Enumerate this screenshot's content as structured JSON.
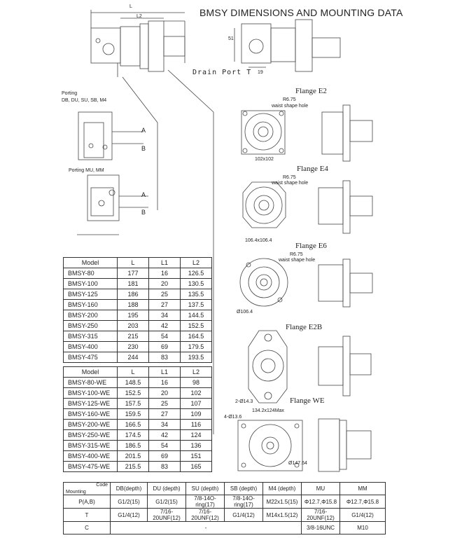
{
  "title": "BMSY DIMENSIONS AND MOUNTING DATA",
  "drain_port": "Drain Port T",
  "porting_1": "Porting",
  "porting_1_codes": "DB, DU, SU, SB, M4",
  "porting_2": "Porting MU, MM",
  "port_a": "A",
  "port_b": "B",
  "flanges": {
    "e2": "Flange E2",
    "e4": "Flange E4",
    "e6": "Flange E6",
    "e2b": "Flange E2B",
    "we": "Flange WE"
  },
  "drawing_labels": {
    "top_L": "L",
    "top_L2": "L2",
    "top_51": "51",
    "top_19": "19",
    "e2_r": "R6.75",
    "e2_waist": "waist shape hole",
    "e2_w": "102x102",
    "e4_r": "R6.75",
    "e4_waist": "waist shape hole",
    "e4_w": "106.4x106.4",
    "e6_r": "R6.75",
    "e6_waist": "waist shape hole",
    "e6_d": "Ø106.4",
    "e2b_dim": "2-Ø14.3",
    "we_dim": "134.2x124Max",
    "we_holes": "4-Ø13.6",
    "we_d": "Ø147.64"
  },
  "table1": {
    "headers": [
      "Model",
      "L",
      "L1",
      "L2"
    ],
    "rows": [
      [
        "BMSY-80",
        "177",
        "16",
        "126.5"
      ],
      [
        "BMSY-100",
        "181",
        "20",
        "130.5"
      ],
      [
        "BMSY-125",
        "186",
        "25",
        "135.5"
      ],
      [
        "BMSY-160",
        "188",
        "27",
        "137.5"
      ],
      [
        "BMSY-200",
        "195",
        "34",
        "144.5"
      ],
      [
        "BMSY-250",
        "203",
        "42",
        "152.5"
      ],
      [
        "BMSY-315",
        "215",
        "54",
        "164.5"
      ],
      [
        "BMSY-400",
        "230",
        "69",
        "179.5"
      ],
      [
        "BMSY-475",
        "244",
        "83",
        "193.5"
      ]
    ]
  },
  "table2": {
    "headers": [
      "Model",
      "L",
      "L1",
      "L2"
    ],
    "rows": [
      [
        "BMSY-80-WE",
        "148.5",
        "16",
        "98"
      ],
      [
        "BMSY-100-WE",
        "152.5",
        "20",
        "102"
      ],
      [
        "BMSY-125-WE",
        "157.5",
        "25",
        "107"
      ],
      [
        "BMSY-160-WE",
        "159.5",
        "27",
        "109"
      ],
      [
        "BMSY-200-WE",
        "166.5",
        "34",
        "116"
      ],
      [
        "BMSY-250-WE",
        "174.5",
        "42",
        "124"
      ],
      [
        "BMSY-315-WE",
        "186.5",
        "54",
        "136"
      ],
      [
        "BMSY-400-WE",
        "201.5",
        "69",
        "151"
      ],
      [
        "BMSY-475-WE",
        "215.5",
        "83",
        "165"
      ]
    ]
  },
  "port_table": {
    "corner_code": "Code",
    "corner_mounting": "Mounting",
    "headers": [
      "DB(depth)",
      "DU (depth)",
      "SU (depth)",
      "SB (depth)",
      "M4 (depth)",
      "MU",
      "MM"
    ],
    "rows": [
      {
        "label": "P(A,B)",
        "cells": [
          "G1/2(15)",
          "G1/2(15)",
          "7/8-14O-ring(17)",
          "7/8-14O-ring(17)",
          "M22x1.5(15)",
          "Φ12.7,Φ15.8",
          "Φ12.7,Φ15.8"
        ]
      },
      {
        "label": "T",
        "cells": [
          "G1/4(12)",
          "7/16-20UNF(12)",
          "7/16-20UNF(12)",
          "G1/4(12)",
          "M14x1.5(12)",
          "7/16-20UNF(12)",
          "G1/4(12)"
        ]
      },
      {
        "label": "C",
        "cells": [
          "-",
          "3/8-16UNC",
          "M10"
        ]
      }
    ]
  }
}
